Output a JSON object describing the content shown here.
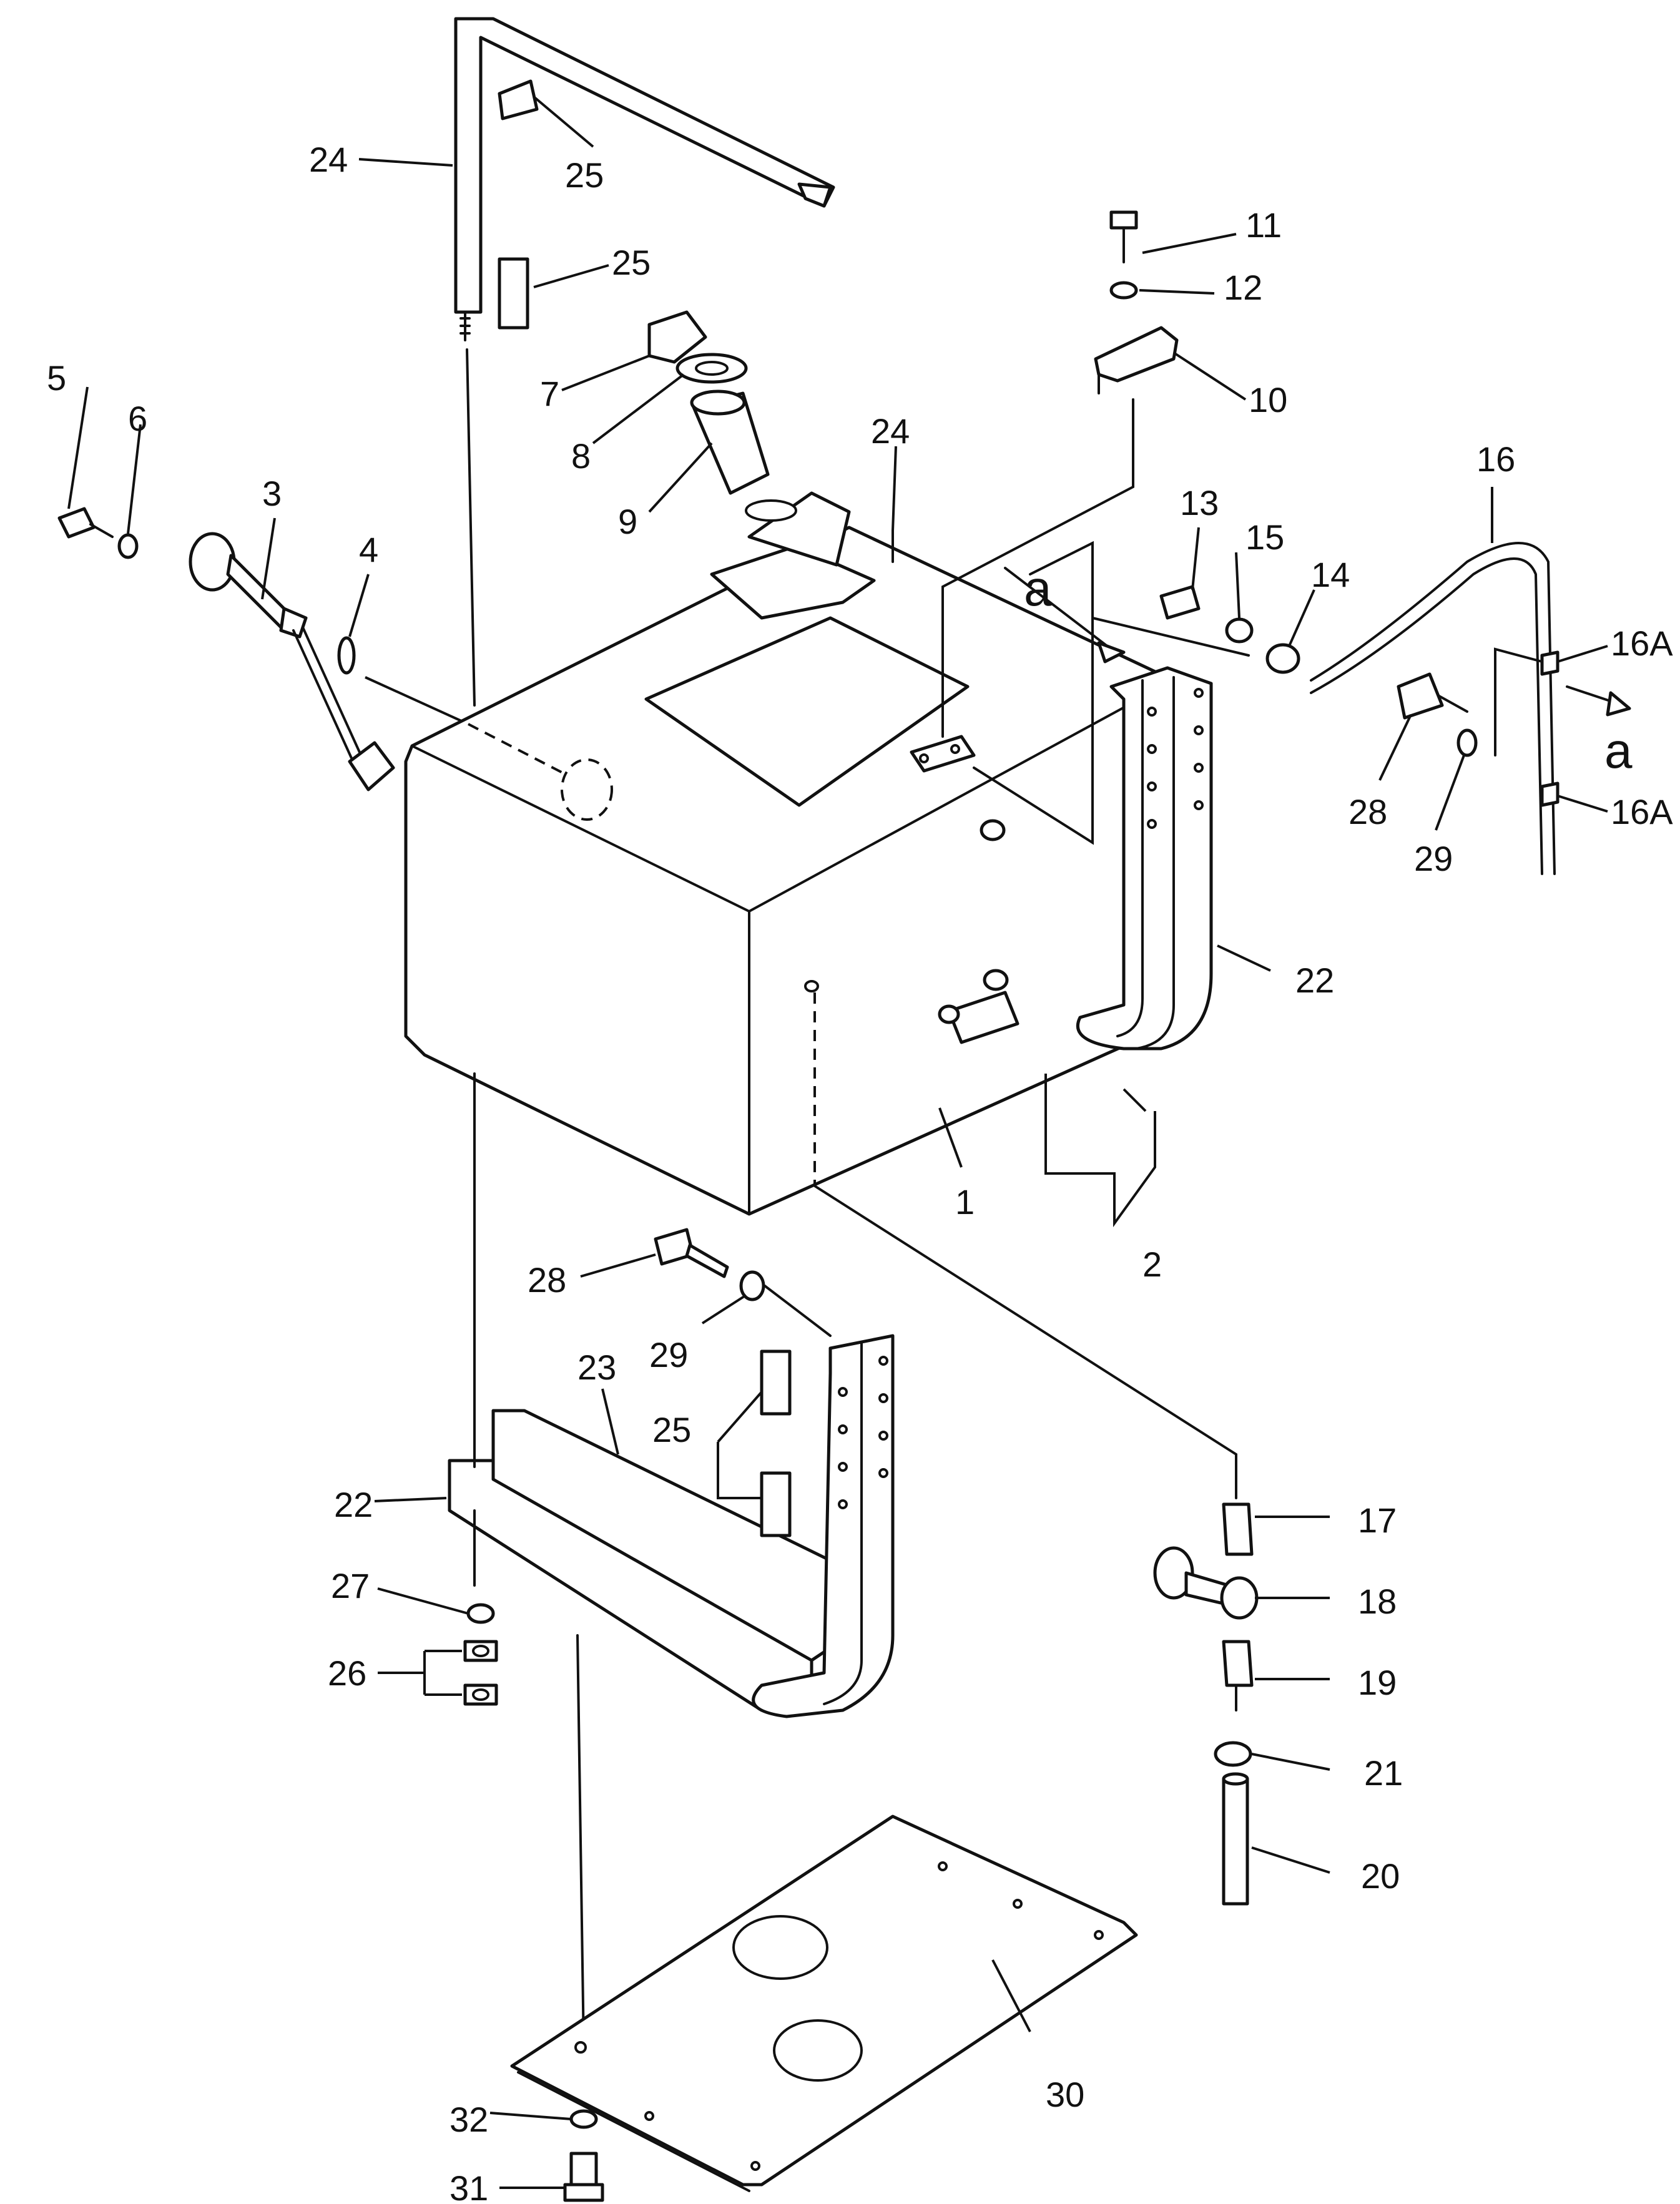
{
  "callouts": {
    "c1": "1",
    "c2": "2",
    "c3": "3",
    "c4": "4",
    "c5": "5",
    "c6": "6",
    "c7": "7",
    "c8": "8",
    "c9": "9",
    "c10": "10",
    "c11": "11",
    "c12": "12",
    "c13": "13",
    "c14": "14",
    "c15": "15",
    "c16": "16",
    "c16a_top": "16A",
    "c16a_bottom": "16A",
    "c17": "17",
    "c18": "18",
    "c19": "19",
    "c20": "20",
    "c21": "21",
    "c22_right": "22",
    "c22_left": "22",
    "c23": "23",
    "c24_top": "24",
    "c24_tank": "24",
    "c25_top": "25",
    "c25_mid": "25",
    "c25_bottom": "25",
    "c26": "26",
    "c27": "27",
    "c28_right": "28",
    "c28_bottom": "28",
    "c29_right": "29",
    "c29_bottom": "29",
    "c30": "30",
    "c31": "31",
    "c32": "32"
  },
  "view_markers": {
    "a_left": "a",
    "a_right": "a"
  }
}
